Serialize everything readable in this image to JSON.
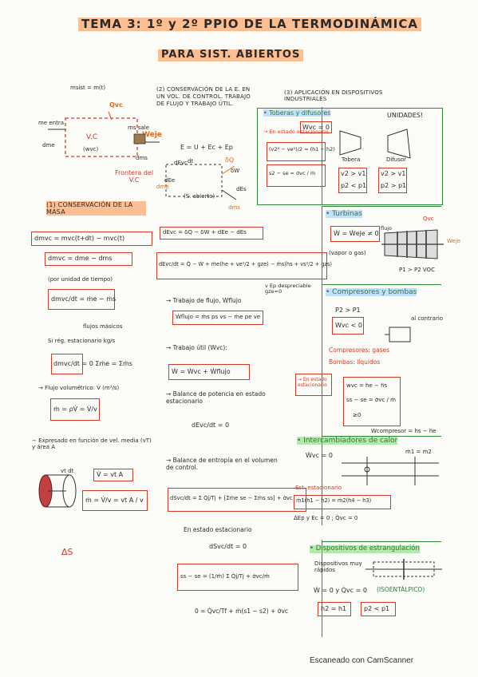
{
  "header": {
    "title": "TEMA 3: 1º y 2º PPIO DE LA TERMODINÁMICA",
    "subtitle": "PARA SIST. ABIERTOS"
  },
  "left": {
    "msist": "msist = m(t)",
    "qvc": "Qvc",
    "me_entra": "me entra",
    "dme": "dme",
    "vc": "V.C",
    "wvc": "(wvc)",
    "ms_sale": "ms sale",
    "dms": "dms",
    "weje": "Weje",
    "frontera": "Frontera del V.C",
    "sec1_title": "(1) CONSERVACIÓN DE LA MASA",
    "mass_eq1": "dmvc = mvc(t+dt) − mvc(t)",
    "mass_eq2": "dmvc = dme − dms",
    "per_time": "(por unidad de tiempo)",
    "mass_rate": "dmvc/dt = ṁe − ṁs",
    "flujos": "flujos másicos",
    "estacionario": "Si rég. estacionario  kg/s",
    "steady_mass": "dmvc/dt = 0   Σṁe = Σṁs",
    "flujo_vol": "→ Flujo volumétrico: V̇ (m³/s)",
    "mdot_rho": "ṁ = ρV̇ = V̇/v",
    "expresado": "− Expresado en función de vel. media (vT) y área A",
    "vdt": "vt dt",
    "vdot_va": "V̇ = vt A",
    "mdot_va": "ṁ = V̇/v = vt A / v",
    "ds": "ΔS"
  },
  "middle": {
    "sec2_title": "(2) CONSERVACIÓN DE LA E. EN UN VOL. DE CONTROL. TRABAJO DE FLUJO Y TRABAJO ÚTIL.",
    "energy_def": "E = U + Ec + Ep",
    "dEvc": "dEvc",
    "dt": "dt",
    "dQ": "δQ",
    "dW": "δW",
    "dEe": "dEe",
    "dEs": "dEs",
    "dme": "dme",
    "dms": "dms",
    "sabierto": "(S. abierto)",
    "energy_eq1": "dEvc = δQ − δW + dEe − dEs",
    "energy_rate": "dEvc/dt = Q̇ − Ẇ + ṁe(he + ve²/2 + gze) − ṁs(hs + vs²/2 + gzs)",
    "note_ep": "v Ep despreciable gze=0",
    "flow_work": "→ Trabajo de flujo, Wflujo",
    "flow_work_eq": "Ẇflujo = ṁs ps vs − ṁe pe ve",
    "useful_work": "→ Trabajo útil (Wvc):",
    "useful_work_eq": "Ẇ = Ẇvc + Ẇflujo",
    "power_balance": "→ Balance de potencia en estado estacionario",
    "power_eq": "dEvc/dt = 0",
    "entropy_balance": "→ Balance de entropía en el volumen de control.",
    "entropy_eq": "dSvc/dt = Σ Q̇j/Tj + [Σṁe se − Σṁs ss] + σ̇vc",
    "steady_title": "En estado estacionario",
    "steady_eq": "dSvc/dt = 0",
    "ss_eq": "ss − se = (1/ṁ) Σ Q̇j/Tj + σ̇vc/ṁ",
    "final_eq": "0 = Q̇vc/Tf + ṁ(s1 − s2) + σ̇vc"
  },
  "right": {
    "sec3_title": "(3) APLICACIÓN EN DISPOSITIVOS INDUSTRIALES",
    "toberas": "• Toberas y difusores",
    "unidades": "UNIDADES!",
    "wvc_toberas": "Wvc = 0",
    "en_estado": "→ En estado estacionario",
    "tobera_eq": "(v2² − ve²)/2 = (h1 − h2)",
    "tobera_ent": "s2 − se = σ̇vc / ṁ",
    "tobera": "Tobera",
    "difusor": "Difusor",
    "tobera_v": "v2 > v1",
    "tobera_p": "p2 < p1",
    "difusor_v": "v2 > v1",
    "difusor_p": "p2 > p1",
    "turbinas": "• Turbinas",
    "turb_eq": "Ẇ = Ẇeje ≠ 0",
    "vapor": "(vapor o gas)",
    "qvc": "Qvc",
    "weje": "Weje",
    "flujo": "flujo",
    "turb_p": "P1 > P2  VOC",
    "compresores": "• Compresores y bombas",
    "comp_p": "P2 > P1",
    "comp_w": "Wvc < 0",
    "al_contrario": "al contrario",
    "comp_gases": "Compresores: gases",
    "bombas": "Bombas: líquidos",
    "est_estac": "→ En estado estacionario",
    "comp_eq1": "wvc = he − hs",
    "comp_eq2": "ss − se = σ̇vc / ṁ",
    "so": "≥0",
    "wcompresor": "Wcompresor = hs − he",
    "intercamb": "• Intercambiadores de calor",
    "wvc0": "Ẇvc = 0",
    "m1m2": "ṁ1 = ṁ2",
    "est_interc": "Est. estacionario",
    "interc_eq": "ṁ1(h1 − h2) = ṁ2(h4 − h3)",
    "interc_note": "ΔEp y Ec = 0 ; Q̇vc = 0",
    "estrangul": "• Dispositivos de estrangulación",
    "disp_text": "Dispositivos muy rápidos",
    "estr_eq": "Ẇ = 0 y Q̇vc = 0",
    "isoentalpico": "(ISOENTÁLPICO)",
    "estr_h": "h2 = h1",
    "estr_p": "p2 < p1"
  },
  "footer": {
    "scanner": "Escaneado con CamScanner"
  }
}
